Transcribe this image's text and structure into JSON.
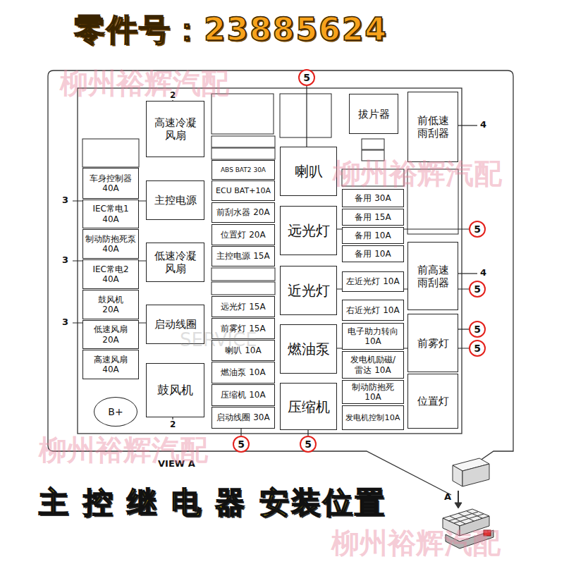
{
  "diagram": {
    "title": "零件号：23885624",
    "caption": "主 控 继 电 器 安装位置",
    "nodes": [
      {
        "text": [
          "车身控制器 40A"
        ]
      },
      {
        "text": [
          "IEC常电1 40A"
        ]
      },
      {
        "text": [
          "制动防抱死泵 40A"
        ]
      },
      {
        "text": [
          "IEC常电2 40A"
        ]
      },
      {
        "text": [
          "鼓风机 20A"
        ]
      },
      {
        "text": [
          "低速风扇 20A"
        ]
      },
      {
        "text": [
          "高速风扇 40A"
        ]
      },
      {
        "text": [
          "B+"
        ]
      },
      {
        "text": [
          "高速冷凝风扇"
        ]
      },
      {
        "text": [
          "主控电源"
        ]
      },
      {
        "text": [
          "低速冷凝风扇"
        ]
      },
      {
        "text": [
          "启动线圈"
        ]
      },
      {
        "text": [
          "鼓风机"
        ]
      },
      {
        "text": [
          "ABS BAT2 30A"
        ]
      },
      {
        "text": [
          "ECU BAT+10A"
        ]
      },
      {
        "text": [
          "前刮水器 20A"
        ]
      },
      {
        "text": [
          "位置灯 20A"
        ]
      },
      {
        "text": [
          "主控电源 15A"
        ]
      },
      {
        "text": [
          "远光灯 15A"
        ]
      },
      {
        "text": [
          "前雾灯 15A"
        ]
      },
      {
        "text": [
          "喇叭 10A"
        ]
      },
      {
        "text": [
          "燃油泵 10A"
        ]
      },
      {
        "text": [
          "压缩机 10A"
        ]
      },
      {
        "text": [
          "启动线圈 30A"
        ]
      },
      {
        "text": [
          "喇叭"
        ]
      },
      {
        "text": [
          "远光灯"
        ]
      },
      {
        "text": [
          "近光灯"
        ]
      },
      {
        "text": [
          "燃油泵"
        ]
      },
      {
        "text": [
          "压缩机"
        ]
      },
      {
        "text": [
          "拔片器"
        ]
      },
      {
        "text": [
          "备用 30A"
        ]
      },
      {
        "text": [
          "备用 15A"
        ]
      },
      {
        "text": [
          "备用 10A"
        ]
      },
      {
        "text": [
          "备用 10A"
        ]
      },
      {
        "text": [
          "左近光灯 10A"
        ]
      },
      {
        "text": [
          "右近光灯 10A"
        ]
      },
      {
        "text": [
          "电子助力转向 10A"
        ]
      },
      {
        "text": [
          "发电机励磁/雷达 10A"
        ]
      },
      {
        "text": [
          "制动防抱死 10A"
        ]
      },
      {
        "text": [
          "发电机控制10A"
        ]
      },
      {
        "text": [
          "前低速雨刮器"
        ]
      },
      {
        "text": [
          "前高速雨刮器"
        ]
      },
      {
        "text": [
          "前雾灯"
        ]
      },
      {
        "text": [
          "位置灯"
        ]
      },
      {
        "text": [
          "5"
        ]
      },
      {
        "text": [
          "5"
        ]
      },
      {
        "text": [
          "5"
        ]
      },
      {
        "text": [
          "5"
        ]
      },
      {
        "text": [
          "5"
        ]
      },
      {
        "text": [
          "5"
        ]
      },
      {
        "text": [
          "5"
        ]
      }
    ],
    "edges": [
      {
        "from": 44,
        "to": 24,
        "arrow": "none"
      },
      {
        "from": 45,
        "to": 25,
        "arrow": "none"
      },
      {
        "from": 46,
        "to": 26,
        "arrow": "none"
      },
      {
        "from": 47,
        "to": 42,
        "arrow": "none"
      },
      {
        "from": 48,
        "to": 27,
        "arrow": "none"
      },
      {
        "from": 49,
        "to": 23,
        "arrow": "none"
      },
      {
        "from": 50,
        "to": 28,
        "arrow": "none"
      }
    ],
    "labels": [
      "2",
      "2",
      "3",
      "3",
      "3",
      "4",
      "4",
      "VIEW A",
      "A",
      "柳州裕辉汽配",
      "柳州裕辉汽配",
      "柳州裕辉汽配",
      "柳州裕辉汽配",
      "SERVICE"
    ]
  }
}
